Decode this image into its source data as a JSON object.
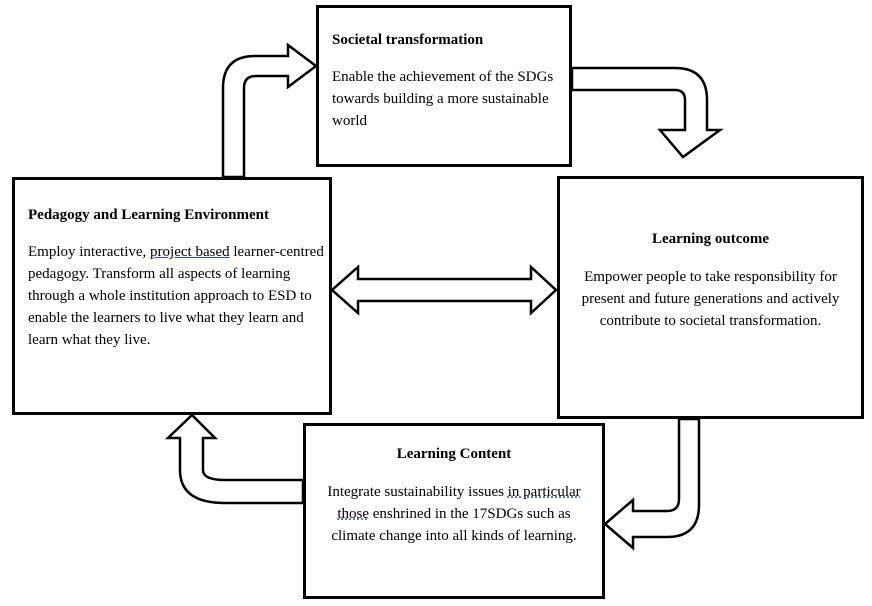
{
  "societal": {
    "title": "Societal transformation",
    "body": "Enable the achievement of the SDGs towards building a more sustainable world"
  },
  "pedagogy": {
    "title": "Pedagogy and Learning Environment",
    "body_1": "Employ interactive, ",
    "body_link": "project based",
    "body_2": " learner-centred pedagogy. Transform all aspects of learning through a whole institution approach to ESD to enable the learners to live what they learn and learn what they live."
  },
  "outcome": {
    "title": "Learning outcome",
    "body": "Empower people to take responsibility for present and future generations and actively contribute to societal transformation."
  },
  "content": {
    "title": "Learning Content",
    "body_1": "Integrate sustainability issues ",
    "body_link": "in particular those",
    "body_2": " enshrined in the 17SDGs such as climate change into all kinds of learning."
  },
  "icons": {
    "arrow_up_right": "curved-arrow-up-right",
    "arrow_right_down": "curved-arrow-right-down",
    "arrow_down_left": "curved-arrow-down-left",
    "arrow_left_up": "curved-arrow-left-up",
    "arrow_double": "double-headed-arrow"
  }
}
